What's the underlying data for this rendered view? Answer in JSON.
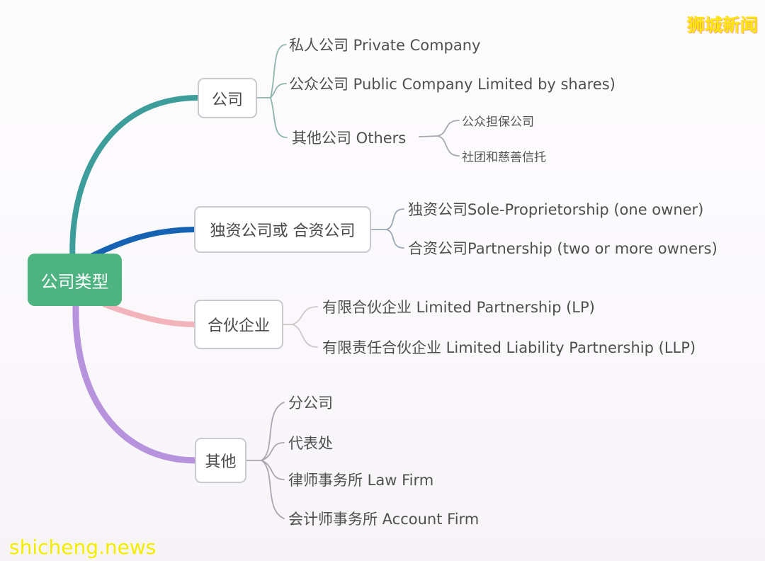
{
  "root": {
    "label": "公司类型"
  },
  "branches": [
    {
      "label": "公司",
      "children": [
        {
          "label": "私人公司 Private Company"
        },
        {
          "label": "公众公司 Public Company Limited by shares)"
        },
        {
          "label": "其他公司 Others",
          "children": [
            {
              "label": "公众担保公司"
            },
            {
              "label": "社团和慈善信托"
            }
          ]
        }
      ]
    },
    {
      "label": "独资公司或 合资公司",
      "children": [
        {
          "label": "独资公司Sole-Proprietorship (one owner)"
        },
        {
          "label": "合资公司Partnership (two or more owners)"
        }
      ]
    },
    {
      "label": "合伙企业",
      "children": [
        {
          "label": "有限合伙企业 Limited Partnership (LP)"
        },
        {
          "label": "有限责任合伙企业 Limited Liability Partnership (LLP)"
        }
      ]
    },
    {
      "label": "其他",
      "children": [
        {
          "label": "分公司"
        },
        {
          "label": "代表处"
        },
        {
          "label": "律师事务所 Law Firm"
        },
        {
          "label": "会计师事务所 Account Firm"
        }
      ]
    }
  ],
  "watermarks": {
    "top_right": "狮城新闻",
    "bottom_left": "shicheng.news"
  },
  "colors": {
    "root_fill": "#4db381",
    "branch_company_curve": "#3d9d9b",
    "branch_sole_curve": "#1763b3",
    "branch_partnership_curve": "#f2b3bb",
    "branch_other_curve": "#b793dd",
    "connector_company": "#8db4ad",
    "connector_sole": "#9aa8b5",
    "connector_partnership": "#cfc5ca",
    "connector_other": "#aaa6b2",
    "connector_sub": "#a9a9ad",
    "watermark_yellow": "#ffe900"
  }
}
